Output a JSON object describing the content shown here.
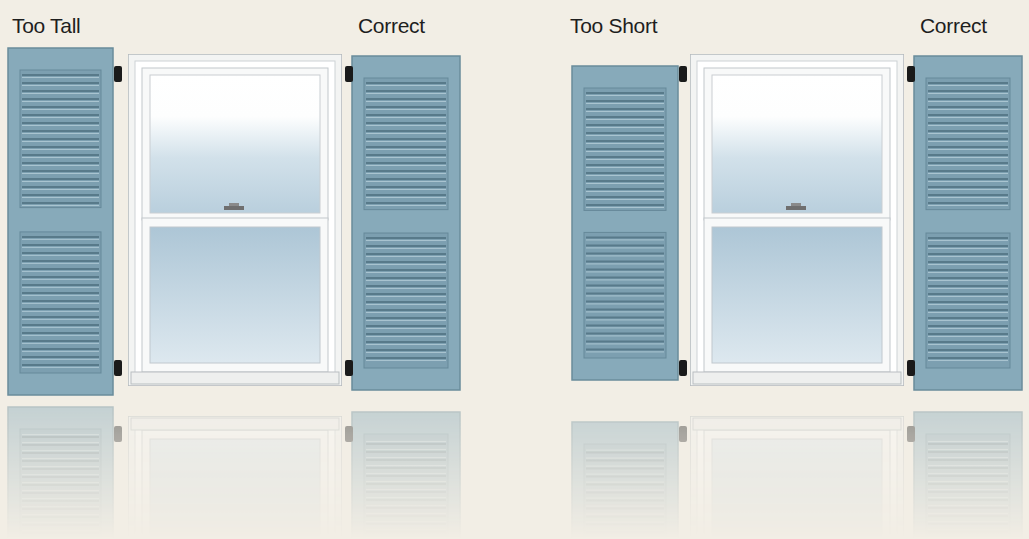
{
  "diagram": {
    "labels": [
      "Too Tall",
      "Correct",
      "Too Short",
      "Correct"
    ]
  }
}
